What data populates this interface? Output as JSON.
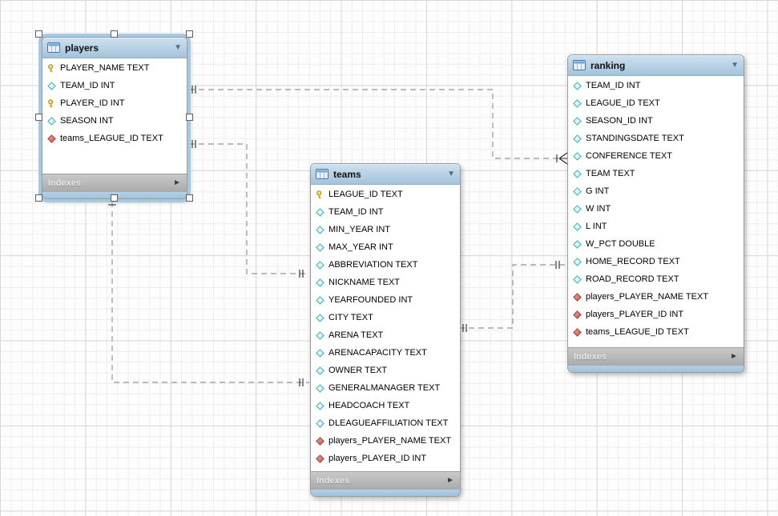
{
  "diagram": {
    "tables": [
      {
        "name": "players",
        "selected": true,
        "footer_label": "Indexes",
        "columns": [
          {
            "icon": "primary-key",
            "label": "PLAYER_NAME TEXT"
          },
          {
            "icon": "column",
            "label": "TEAM_ID INT"
          },
          {
            "icon": "primary-key",
            "label": "PLAYER_ID INT"
          },
          {
            "icon": "column",
            "label": "SEASON INT"
          },
          {
            "icon": "foreign-key",
            "label": "teams_LEAGUE_ID TEXT"
          }
        ]
      },
      {
        "name": "teams",
        "selected": false,
        "footer_label": "Indexes",
        "columns": [
          {
            "icon": "primary-key",
            "label": "LEAGUE_ID TEXT"
          },
          {
            "icon": "column",
            "label": "TEAM_ID INT"
          },
          {
            "icon": "column",
            "label": "MIN_YEAR INT"
          },
          {
            "icon": "column",
            "label": "MAX_YEAR INT"
          },
          {
            "icon": "column",
            "label": "ABBREVIATION TEXT"
          },
          {
            "icon": "column",
            "label": "NICKNAME TEXT"
          },
          {
            "icon": "column",
            "label": "YEARFOUNDED INT"
          },
          {
            "icon": "column",
            "label": "CITY TEXT"
          },
          {
            "icon": "column",
            "label": "ARENA TEXT"
          },
          {
            "icon": "column",
            "label": "ARENACAPACITY TEXT"
          },
          {
            "icon": "column",
            "label": "OWNER TEXT"
          },
          {
            "icon": "column",
            "label": "GENERALMANAGER TEXT"
          },
          {
            "icon": "column",
            "label": "HEADCOACH TEXT"
          },
          {
            "icon": "column",
            "label": "DLEAGUEAFFILIATION TEXT"
          },
          {
            "icon": "foreign-key",
            "label": "players_PLAYER_NAME TEXT"
          },
          {
            "icon": "foreign-key",
            "label": "players_PLAYER_ID INT"
          }
        ]
      },
      {
        "name": "ranking",
        "selected": false,
        "footer_label": "Indexes",
        "columns": [
          {
            "icon": "column",
            "label": "TEAM_ID INT"
          },
          {
            "icon": "column",
            "label": "LEAGUE_ID TEXT"
          },
          {
            "icon": "column",
            "label": "SEASON_ID INT"
          },
          {
            "icon": "column",
            "label": "STANDINGSDATE TEXT"
          },
          {
            "icon": "column",
            "label": "CONFERENCE TEXT"
          },
          {
            "icon": "column",
            "label": "TEAM TEXT"
          },
          {
            "icon": "column",
            "label": "G INT"
          },
          {
            "icon": "column",
            "label": "W INT"
          },
          {
            "icon": "column",
            "label": "L INT"
          },
          {
            "icon": "column",
            "label": "W_PCT DOUBLE"
          },
          {
            "icon": "column",
            "label": "HOME_RECORD TEXT"
          },
          {
            "icon": "column",
            "label": "ROAD_RECORD TEXT"
          },
          {
            "icon": "foreign-key",
            "label": "players_PLAYER_NAME TEXT"
          },
          {
            "icon": "foreign-key",
            "label": "players_PLAYER_ID INT"
          },
          {
            "icon": "foreign-key",
            "label": "teams_LEAGUE_ID TEXT"
          }
        ]
      }
    ],
    "relationships": [
      {
        "from": "players",
        "to": "ranking",
        "style": "dashed",
        "from_marker": "mandatory-one",
        "to_marker": "many"
      },
      {
        "from": "players",
        "to": "teams",
        "style": "dashed",
        "from_marker": "mandatory-one",
        "to_marker": "mandatory-one"
      },
      {
        "from": "players",
        "to": "teams",
        "style": "dashed",
        "from_marker": "one",
        "to_marker": "mandatory-one"
      },
      {
        "from": "teams",
        "to": "ranking",
        "style": "dashed",
        "from_marker": "mandatory-one",
        "to_marker": "mandatory-one"
      }
    ],
    "colors": {
      "table_header": "#aac9e0",
      "table_footer": "#b5b5b5",
      "selection_frame": "#a6c8e1",
      "primary_key_icon": "#f0d54d",
      "column_icon": "#54b4c4",
      "foreign_key_icon": "#cc5a4e",
      "connector": "#a5a5a5"
    }
  }
}
